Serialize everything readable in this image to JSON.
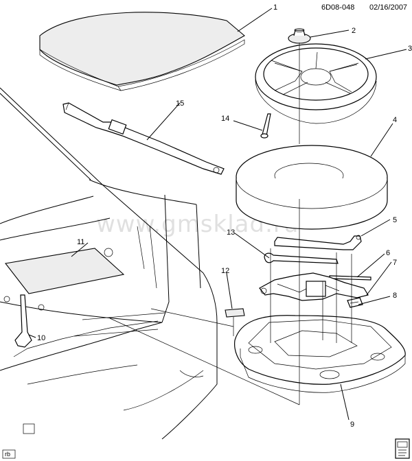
{
  "header": {
    "code": "6D08-048",
    "date": "02/16/2007"
  },
  "watermark": "www.gmsklad.ru",
  "corner_tag": "rb",
  "callouts": [
    {
      "id": "c1",
      "label": "1"
    },
    {
      "id": "c2",
      "label": "2"
    },
    {
      "id": "c3",
      "label": "3"
    },
    {
      "id": "c4",
      "label": "4"
    },
    {
      "id": "c5",
      "label": "5"
    },
    {
      "id": "c6",
      "label": "6"
    },
    {
      "id": "c7",
      "label": "7"
    },
    {
      "id": "c8",
      "label": "8"
    },
    {
      "id": "c9",
      "label": "9"
    },
    {
      "id": "c10",
      "label": "10"
    },
    {
      "id": "c11",
      "label": "11"
    },
    {
      "id": "c12",
      "label": "12"
    },
    {
      "id": "c13",
      "label": "13"
    },
    {
      "id": "c14",
      "label": "14"
    },
    {
      "id": "c15",
      "label": "15"
    }
  ],
  "icons": {
    "book": "manual-book-icon"
  }
}
